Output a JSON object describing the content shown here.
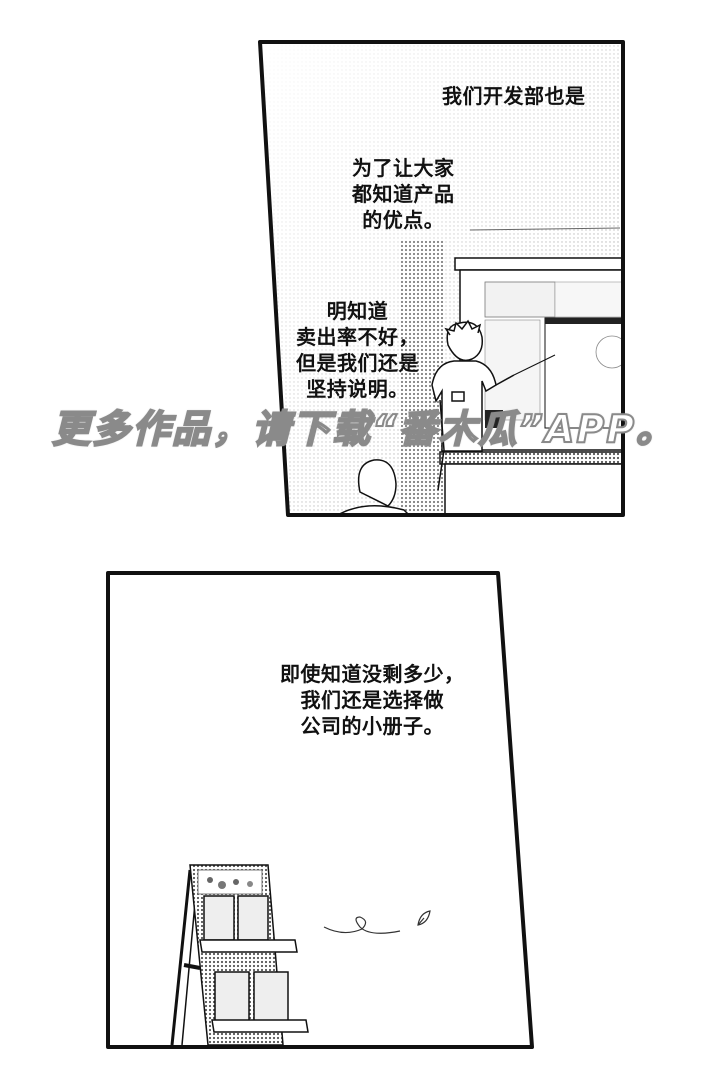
{
  "panels": [
    {
      "id": "panel-1",
      "scene": "presenter at projector screen in meeting room",
      "captions": [
        {
          "text": "我们开发部也是"
        },
        {
          "text": "为了让大家\n都知道产品\n的优点。"
        },
        {
          "text": "明知道\n卖出率不好，\n但是我们还是\n坚持说明。"
        }
      ]
    },
    {
      "id": "panel-2",
      "scene": "brochure display stand with a falling leaf",
      "captions": [
        {
          "text": "即使知道没剩多少，\n我们还是选择做\n公司的小册子。"
        }
      ]
    }
  ],
  "watermark": {
    "text": "更多作品，请下载“番木瓜”APP。"
  },
  "colors": {
    "ink": "#111111",
    "paper": "#ffffff",
    "screentone": "#bdbdbd",
    "watermark_outline": "#8a8a8a"
  }
}
